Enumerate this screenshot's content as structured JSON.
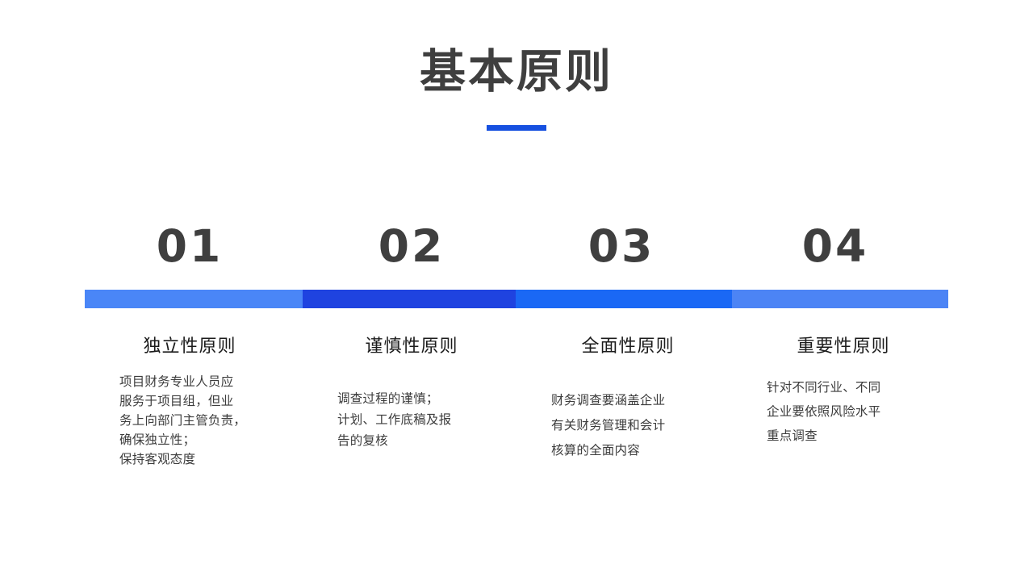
{
  "slide": {
    "title": "基本原则",
    "accent_color": "#1650e0",
    "title_color": "#3f3f3f",
    "background_color": "#ffffff"
  },
  "timeline": {
    "segments": [
      {
        "number": "01",
        "color": "#4a86f7"
      },
      {
        "number": "02",
        "color": "#1f43e0"
      },
      {
        "number": "03",
        "color": "#1a68f5"
      },
      {
        "number": "04",
        "color": "#4c84f5"
      }
    ]
  },
  "columns": [
    {
      "number": "01",
      "heading": "独立性原则",
      "body": "项目财务专业人员应\n服务于项目组，但业\n务上向部门主管负责，\n确保独立性；\n保持客观态度"
    },
    {
      "number": "02",
      "heading": "谨慎性原则",
      "body": "调查过程的谨慎；\n计划、工作底稿及报\n告的复核"
    },
    {
      "number": "03",
      "heading": "全面性原则",
      "body": "财务调查要涵盖企业\n有关财务管理和会计\n核算的全面内容"
    },
    {
      "number": "04",
      "heading": "重要性原则",
      "body": "针对不同行业、不同\n企业要依照风险水平\n重点调查"
    }
  ]
}
